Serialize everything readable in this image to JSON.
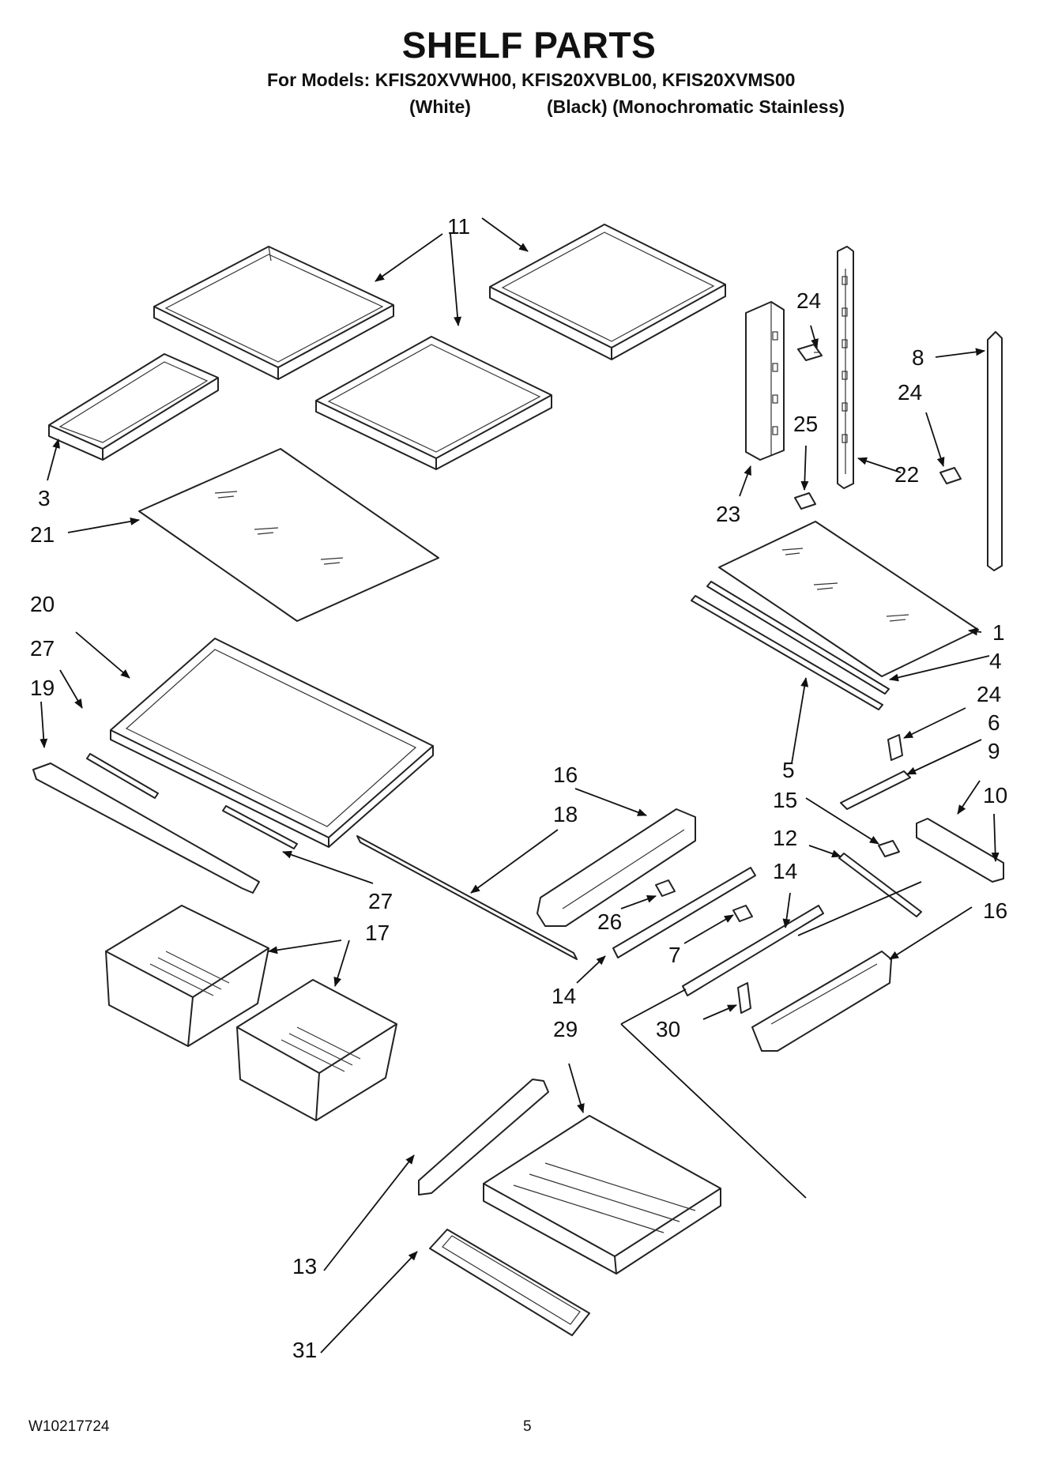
{
  "header": {
    "title": "SHELF PARTS",
    "models_line": "For Models: KFIS20XVWH00, KFIS20XVBL00, KFIS20XVMS00",
    "variant_white": "(White)",
    "variant_black_stainless": "(Black) (Monochromatic Stainless)"
  },
  "footer": {
    "doc_number": "W10217724",
    "page_number": "5"
  },
  "callouts": {
    "c1": "1",
    "c3": "3",
    "c4": "4",
    "c5": "5",
    "c6": "6",
    "c7": "7",
    "c8": "8",
    "c9": "9",
    "c10": "10",
    "c11": "11",
    "c12": "12",
    "c13": "13",
    "c14a": "14",
    "c14b": "14",
    "c15": "15",
    "c16a": "16",
    "c16b": "16",
    "c17": "17",
    "c18": "18",
    "c19": "19",
    "c20": "20",
    "c21": "21",
    "c22": "22",
    "c23": "23",
    "c24a": "24",
    "c24b": "24",
    "c24c": "24",
    "c25": "25",
    "c26": "26",
    "c27a": "27",
    "c27b": "27",
    "c29": "29",
    "c30": "30",
    "c31": "31"
  }
}
